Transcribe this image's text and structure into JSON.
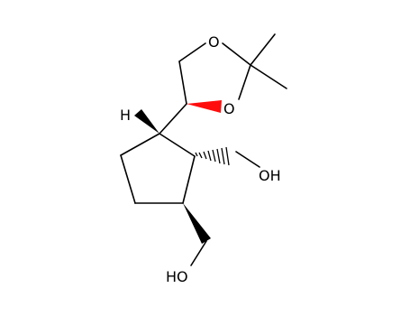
{
  "molecule": {
    "atoms": {
      "o_ring_top": "O",
      "o_ring_right": "O",
      "h_stereo": "H",
      "oh_right": "OH",
      "oh_bottom": "HO"
    }
  },
  "colors": {
    "bond": "#000000",
    "heteroatom_red": "#ff0d0d",
    "background": "#ffffff"
  }
}
